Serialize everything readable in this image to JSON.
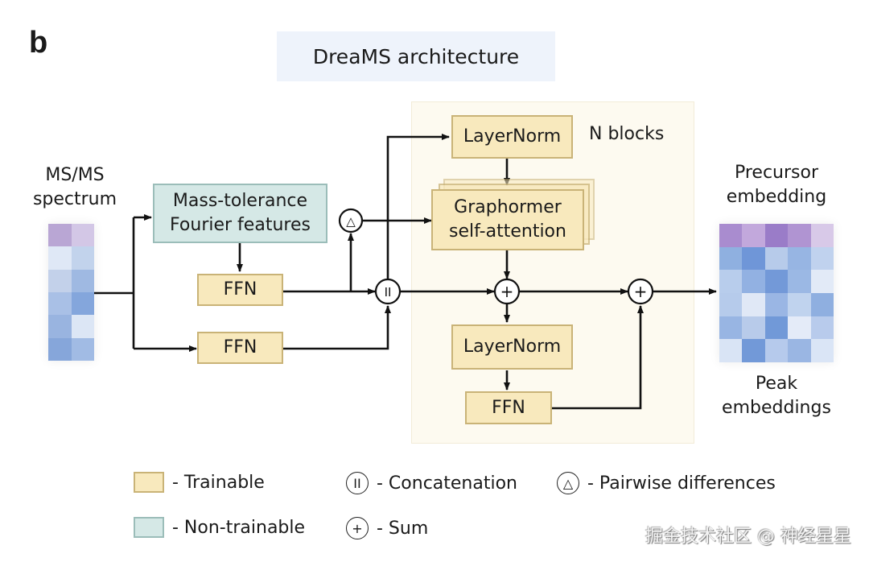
{
  "panel_letter": "b",
  "title": "DreaMS architecture",
  "input": {
    "label_line1": "MS/MS",
    "label_line2": "spectrum",
    "heatmap_colors": [
      [
        "#b9a6d4",
        "#d3c7e6"
      ],
      [
        "#dfe8f6",
        "#c2d3ec"
      ],
      [
        "#c3d1ea",
        "#9fb9e2"
      ],
      [
        "#a9c0e6",
        "#84a6dc"
      ],
      [
        "#99b4e0",
        "#dce6f5"
      ],
      [
        "#86a6da",
        "#a1bbe4"
      ]
    ]
  },
  "output": {
    "top_label_line1": "Precursor",
    "top_label_line2": "embedding",
    "bottom_label_line1": "Peak",
    "bottom_label_line2": "embeddings",
    "heatmap_colors": [
      [
        "#a98ccf",
        "#c2a8dc",
        "#9a7cc8",
        "#b094d2",
        "#d8c9e8"
      ],
      [
        "#8fb0e0",
        "#6f96d8",
        "#b7cbea",
        "#97b5e3",
        "#c0d2ee"
      ],
      [
        "#b8cdec",
        "#92b1e2",
        "#7399d8",
        "#9bb8e4",
        "#e2eaf7"
      ],
      [
        "#b6cbeb",
        "#e0e8f6",
        "#9ab6e4",
        "#c0d3ee",
        "#8fafe0"
      ],
      [
        "#98b5e3",
        "#b8cbea",
        "#7199d8",
        "#e4ebf8",
        "#b8cbec"
      ],
      [
        "#d9e4f5",
        "#7299d8",
        "#b6caec",
        "#9ab6e3",
        "#dae5f6"
      ]
    ]
  },
  "nodes": {
    "fourier": "Mass-tolerance\nFourier features",
    "ffn_top": "FFN",
    "ffn_bottom": "FFN",
    "layernorm_1": "LayerNorm",
    "graphormer": "Graphormer\nself-attention",
    "layernorm_2": "LayerNorm",
    "ffn_block": "FFN",
    "n_blocks": "N blocks"
  },
  "operators": {
    "concat_symbol": "II",
    "sum_symbol": "+",
    "diff_symbol": "△"
  },
  "legend": {
    "trainable": "- Trainable",
    "non_trainable": "- Non-trainable",
    "concatenation": "- Concatenation",
    "sum": "- Sum",
    "pairwise": "- Pairwise differences"
  },
  "colors": {
    "trainable_fill": "#f8e9bd",
    "trainable_border": "#c9b377",
    "nontrainable_fill": "#d5e8e6",
    "nontrainable_border": "#9bbdb9",
    "nblock_bg": "#fdfaf0",
    "title_bg": "#eef3fb"
  },
  "watermark": "掘金技术社区 @ 神经星星"
}
